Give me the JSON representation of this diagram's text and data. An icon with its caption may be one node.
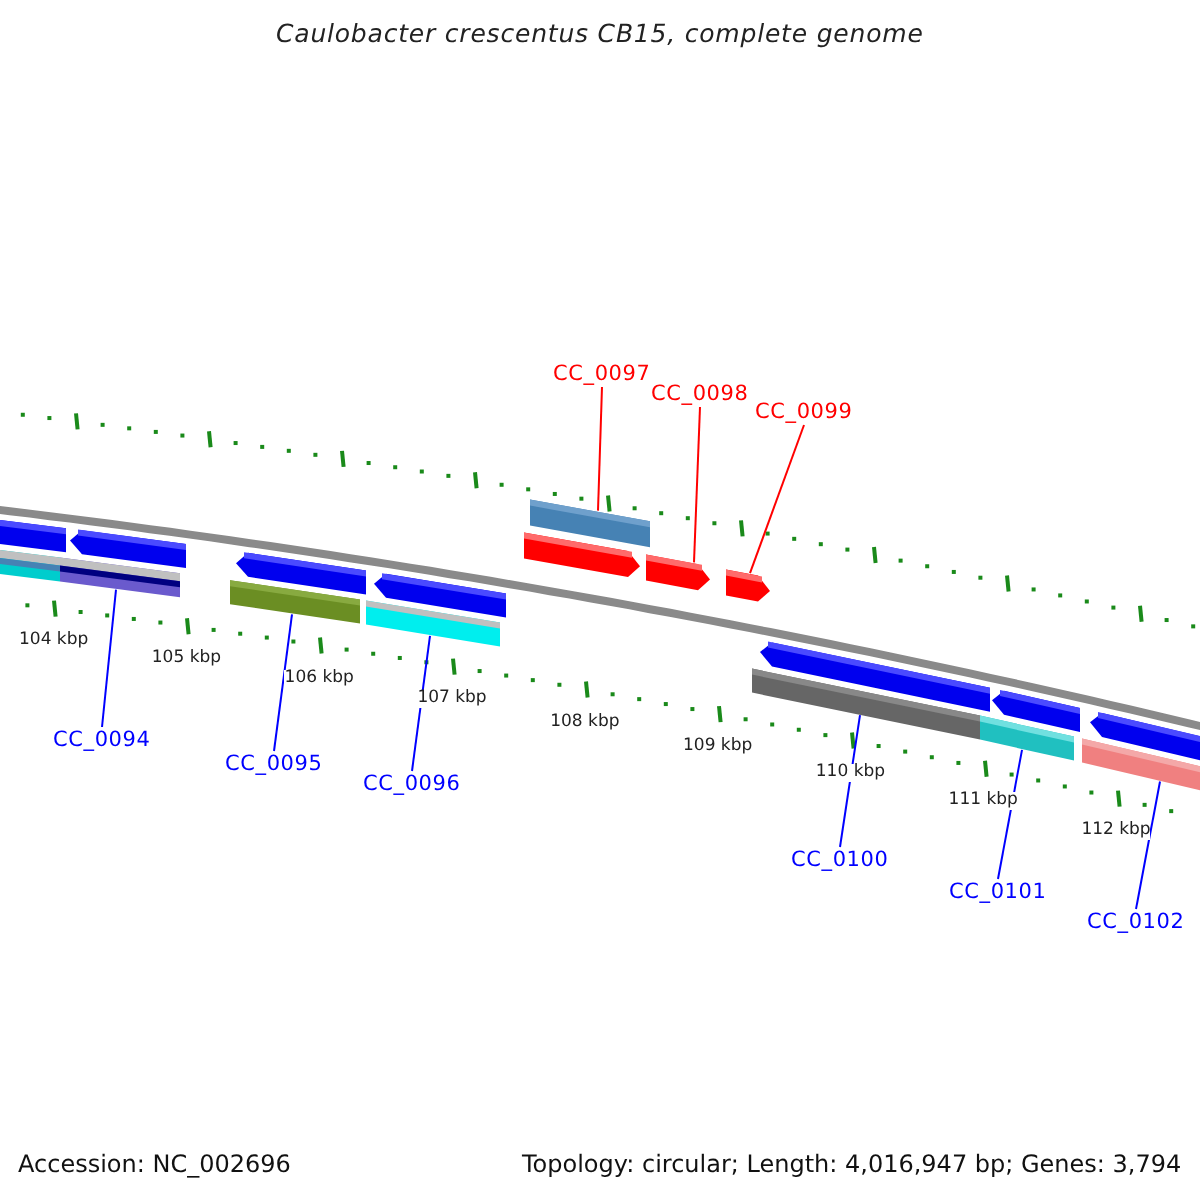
{
  "diagram": {
    "title": "Caulobacter crescentus CB15, complete genome",
    "nodes": [
      {
        "text": [
          "CC_0097"
        ]
      },
      {
        "text": [
          "CC_0098"
        ]
      },
      {
        "text": [
          "CC_0099"
        ]
      },
      {
        "text": [
          "CC_0094"
        ]
      },
      {
        "text": [
          "CC_0095"
        ]
      },
      {
        "text": [
          "CC_0096"
        ]
      },
      {
        "text": [
          "CC_0100"
        ]
      },
      {
        "text": [
          "CC_0101"
        ]
      },
      {
        "text": [
          "CC_0102"
        ]
      },
      {
        "text": [],
        "shape": "bar"
      },
      {
        "text": [],
        "shape": "arrow"
      },
      {
        "text": [],
        "shape": "arrow"
      },
      {
        "text": [],
        "shape": "arrow"
      },
      {
        "text": [],
        "shape": "arrow"
      },
      {
        "text": [],
        "shape": "arrow"
      },
      {
        "text": [],
        "shape": "arrow"
      },
      {
        "text": [],
        "shape": "arrow"
      },
      {
        "text": [],
        "shape": "arrow"
      },
      {
        "text": [],
        "shape": "arrow"
      },
      {
        "text": [],
        "shape": "arrow"
      },
      {
        "text": [],
        "shape": "bar"
      },
      {
        "text": [],
        "shape": "bar"
      },
      {
        "text": [],
        "shape": "bar"
      },
      {
        "text": [],
        "shape": "bar"
      },
      {
        "text": [],
        "shape": "bar"
      },
      {
        "text": [],
        "shape": "bar"
      },
      {
        "text": [],
        "shape": "bar"
      }
    ],
    "edges": [
      {
        "from": 0,
        "to": 9,
        "arrow": "none",
        "color": "#ff0000"
      },
      {
        "from": 1,
        "to": 11,
        "arrow": "none",
        "color": "#ff0000"
      },
      {
        "from": 2,
        "to": 12,
        "arrow": "none",
        "color": "#ff0000"
      },
      {
        "from": 3,
        "to": 21,
        "arrow": "none"
      },
      {
        "from": 4,
        "to": 22,
        "arrow": "none"
      },
      {
        "from": 5,
        "to": 23,
        "arrow": "none"
      },
      {
        "from": 6,
        "to": 24,
        "arrow": "none"
      },
      {
        "from": 7,
        "to": 25,
        "arrow": "none"
      },
      {
        "from": 8,
        "to": 26,
        "arrow": "none"
      }
    ],
    "labels": [
      "104 kbp",
      "105 kbp",
      "106 kbp",
      "107 kbp",
      "108 kbp",
      "109 kbp",
      "110 kbp",
      "111 kbp",
      "112 kbp",
      "Accession: NC_002696",
      "Topology: circular; Length: 4,016,947 bp; Genes: 3,794"
    ]
  }
}
